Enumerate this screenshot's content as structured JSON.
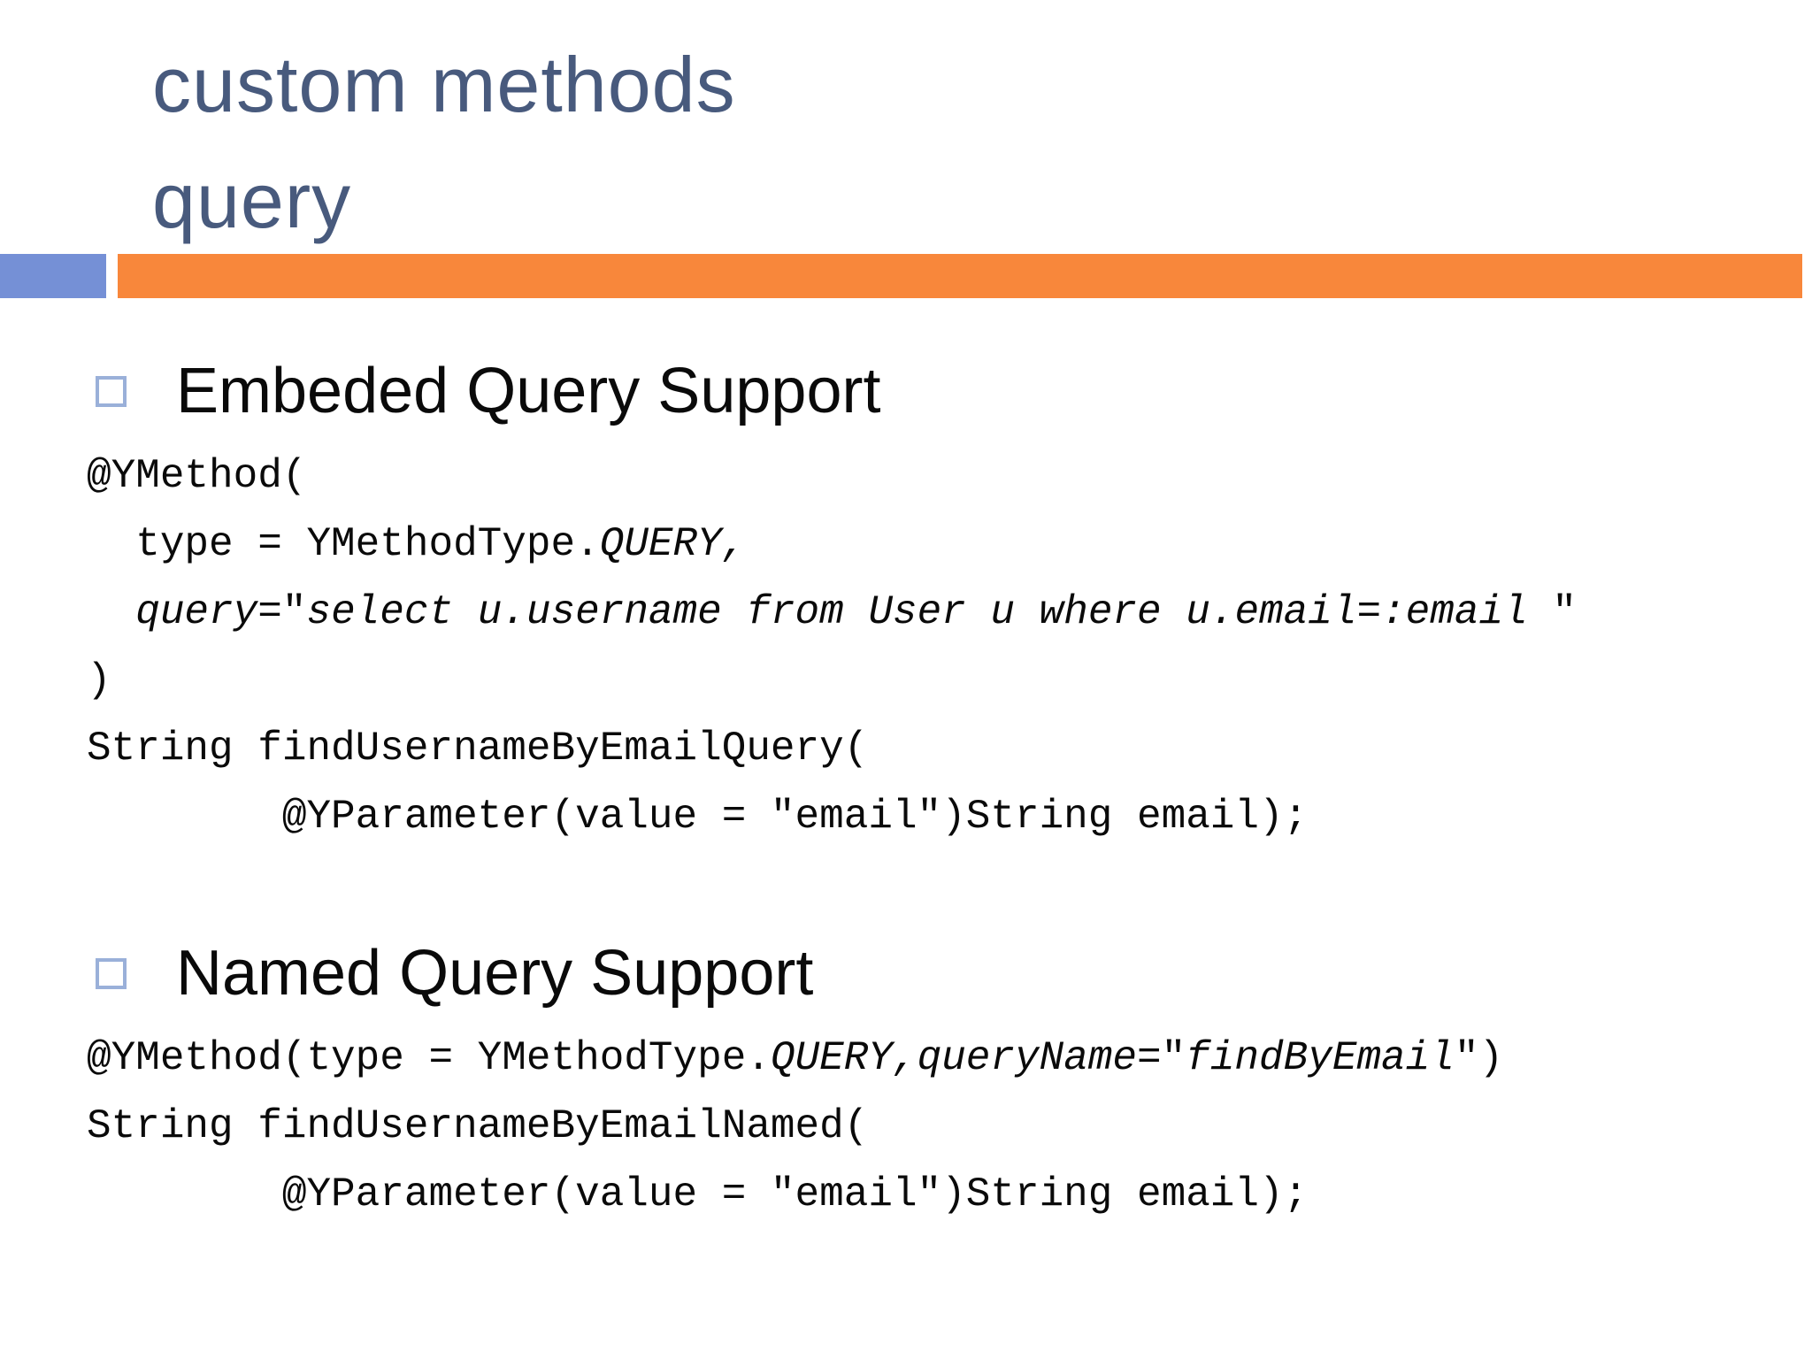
{
  "slide": {
    "title_line1": "custom methods",
    "title_line2": "query"
  },
  "colors": {
    "title_text": "#485a7d",
    "accent_orange": "#f8873b",
    "accent_blue": "#7590d6",
    "bullet_border": "#9ab0d9",
    "body_text": "#0a0a0a"
  },
  "sections": [
    {
      "heading": "Embeded Query Support",
      "code": [
        [
          {
            "t": "@YMethod(",
            "i": false
          }
        ],
        [
          {
            "t": "  type = YMethodType.",
            "i": false
          },
          {
            "t": "QUERY,",
            "i": true
          }
        ],
        [
          {
            "t": "  ",
            "i": false
          },
          {
            "t": "query=",
            "i": true
          },
          {
            "t": "\"",
            "i": false
          },
          {
            "t": "select u.username from User u where u.email=:email ",
            "i": true
          },
          {
            "t": "\"",
            "i": false
          }
        ],
        [
          {
            "t": ")",
            "i": false
          }
        ],
        [
          {
            "t": "String findUsernameByEmailQuery(",
            "i": false
          }
        ],
        [
          {
            "t": "        @YParameter(value = \"email\")String email);",
            "i": false
          }
        ]
      ]
    },
    {
      "heading": "Named Query Support",
      "code": [
        [
          {
            "t": "@YMethod(type = YMethodType.",
            "i": false
          },
          {
            "t": "QUERY,queryName=",
            "i": true
          },
          {
            "t": "\"",
            "i": false
          },
          {
            "t": "findByEmail",
            "i": true
          },
          {
            "t": "\")",
            "i": false
          }
        ],
        [
          {
            "t": "String findUsernameByEmailNamed(",
            "i": false
          }
        ],
        [
          {
            "t": "        @YParameter(value = \"email\")String email);",
            "i": false
          }
        ]
      ]
    }
  ]
}
